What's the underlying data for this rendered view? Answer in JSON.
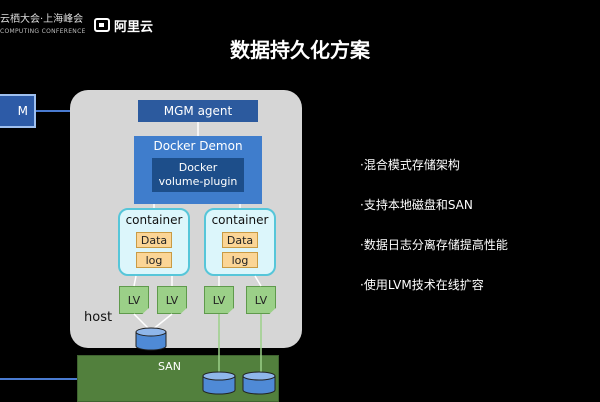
{
  "header": {
    "brand_line1": "云栖大会·上海峰会",
    "brand_line2": "COMPUTING CONFERENCE",
    "logo_text": "阿里云",
    "title": "数据持久化方案"
  },
  "diagram": {
    "left_box_label": "M",
    "mgm_agent": "MGM agent",
    "docker_demon": "Docker Demon",
    "plugin_line1": "Docker",
    "plugin_line2": "volume-plugin",
    "container_label": "container",
    "data_chip": "Data",
    "log_chip": "log",
    "lv_label": "LV",
    "host_label": "host",
    "san_label": "SAN"
  },
  "bullets": [
    "·混合模式存储架构",
    "·支持本地磁盘和SAN",
    "·数据日志分离存储提高性能",
    "·使用LVM技术在线扩容"
  ]
}
